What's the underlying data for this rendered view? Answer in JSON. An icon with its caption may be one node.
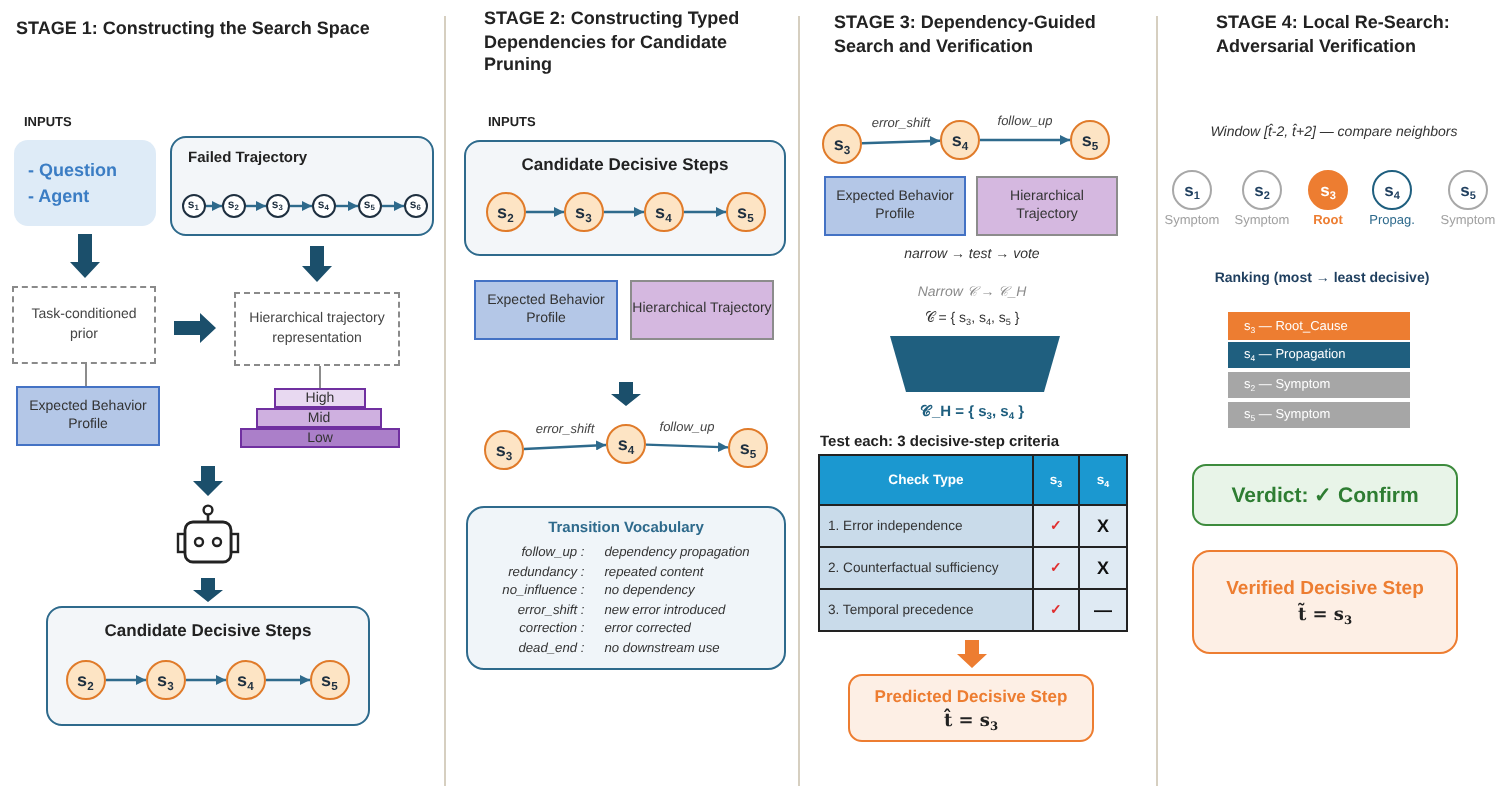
{
  "diagram": {
    "nodes": [
      {
        "text": [
          "- Question",
          "- Agent"
        ]
      },
      {
        "text": [
          "Failed Trajectory"
        ]
      },
      {
        "text": [
          "s$_{1}$"
        ],
        "in": 1
      },
      {
        "text": [
          "s$_{2}$"
        ],
        "in": 1
      },
      {
        "text": [
          "s$_{3}$"
        ],
        "in": 1
      },
      {
        "text": [
          "s$_{4}$"
        ],
        "in": 1
      },
      {
        "text": [
          "s$_{5}$"
        ],
        "in": 1
      },
      {
        "text": [
          "s$_{6}$"
        ],
        "in": 1
      },
      {
        "text": [
          "Task-conditioned prior"
        ]
      },
      {
        "text": [
          "Hierarchical trajectory representation"
        ]
      },
      {
        "text": [
          "Expected Behavior Profile"
        ]
      },
      {
        "text": [
          "High"
        ]
      },
      {
        "text": [
          "Mid"
        ]
      },
      {
        "text": [
          "Low"
        ]
      },
      {
        "text": [],
        "shape": "robot"
      },
      {
        "text": [
          "Candidate Decisive Steps"
        ]
      },
      {
        "text": [
          "s$_{2}$"
        ],
        "in": 15
      },
      {
        "text": [
          "s$_{3}$"
        ],
        "in": 15
      },
      {
        "text": [
          "s$_{4}$"
        ],
        "in": 15
      },
      {
        "text": [
          "s$_{5}$"
        ],
        "in": 15
      },
      {
        "text": [
          "Candidate Decisive Steps"
        ]
      },
      {
        "text": [
          "s$_{2}$"
        ],
        "in": 20
      },
      {
        "text": [
          "s$_{3}$"
        ],
        "in": 20
      },
      {
        "text": [
          "s$_{4}$"
        ],
        "in": 20
      },
      {
        "text": [
          "s$_{5}$"
        ],
        "in": 20
      },
      {
        "text": [
          "Expected Behavior Profile"
        ]
      },
      {
        "text": [
          "Hierarchical Trajectory"
        ]
      },
      {
        "text": [
          "s$_{3}$"
        ]
      },
      {
        "text": [
          "s$_{4}$"
        ]
      },
      {
        "text": [
          "s$_{5}$"
        ]
      },
      {
        "text": [
          "Transition Vocabulary",
          "follow_up :",
          "dependency propagation",
          "redundancy :",
          "repeated content",
          "no_influence :",
          "no dependency",
          "error_shift :",
          "new error introduced",
          "correction :",
          "error corrected",
          "dead_end :",
          "no downstream use"
        ]
      },
      {
        "text": [
          "s$_{3}$"
        ]
      },
      {
        "text": [
          "s$_{4}$"
        ]
      },
      {
        "text": [
          "s$_{5}$"
        ]
      },
      {
        "text": [
          "Expected Behavior Profile"
        ]
      },
      {
        "text": [
          "Hierarchical Trajectory"
        ]
      },
      {
        "text": [
          "Predicted Decisive Step",
          "t̂ = s$_{3}$"
        ]
      },
      {
        "text": [
          "s$_{1}$"
        ],
        "beside": [
          "Symptom"
        ]
      },
      {
        "text": [
          "s$_{2}$"
        ],
        "beside": [
          "Symptom"
        ]
      },
      {
        "text": [
          "s$_{3}$"
        ],
        "beside": [
          "Root"
        ]
      },
      {
        "text": [
          "s$_{4}$"
        ],
        "beside": [
          "Propag."
        ]
      },
      {
        "text": [
          "s$_{5}$"
        ],
        "beside": [
          "Symptom"
        ]
      },
      {
        "text": [
          "s$_{3}$ — Root_Cause"
        ]
      },
      {
        "text": [
          "s$_{4}$ — Propagation"
        ]
      },
      {
        "text": [
          "s$_{2}$ — Symptom"
        ]
      },
      {
        "text": [
          "s$_{5}$ — Symptom"
        ]
      },
      {
        "text": [
          "Verdict: ✓ Confirm"
        ]
      },
      {
        "text": [
          "Verified Decisive Step",
          "t̃ = s$_{3}$"
        ]
      }
    ],
    "edges": [
      {
        "from": 2,
        "to": 3,
        "arrow": "to"
      },
      {
        "from": 3,
        "to": 4,
        "arrow": "to"
      },
      {
        "from": 4,
        "to": 5,
        "arrow": "to"
      },
      {
        "from": 5,
        "to": 6,
        "arrow": "to"
      },
      {
        "from": 6,
        "to": 7,
        "arrow": "to"
      },
      {
        "from": 0,
        "to": 8,
        "arrow": "to",
        "style": "thick"
      },
      {
        "from": 1,
        "to": 9,
        "arrow": "to",
        "style": "thick"
      },
      {
        "from": 8,
        "to": 9,
        "arrow": "to",
        "style": "thick"
      },
      {
        "from": 8,
        "to": 10,
        "arrow": "none",
        "color": "#8c8c8c"
      },
      {
        "from": 9,
        "to": 11,
        "arrow": "none",
        "color": "#8c8c8c"
      },
      {
        "from": null,
        "to": 14,
        "arrow": "to",
        "style": "thick"
      },
      {
        "from": 14,
        "to": 15,
        "arrow": "to",
        "style": "thick"
      },
      {
        "from": 16,
        "to": 17,
        "arrow": "to"
      },
      {
        "from": 17,
        "to": 18,
        "arrow": "to"
      },
      {
        "from": 18,
        "to": 19,
        "arrow": "to"
      },
      {
        "from": 21,
        "to": 22,
        "arrow": "to"
      },
      {
        "from": 22,
        "to": 23,
        "arrow": "to"
      },
      {
        "from": 23,
        "to": 24,
        "arrow": "to"
      },
      {
        "from": null,
        "to": 28,
        "arrow": "to",
        "style": "thick"
      },
      {
        "from": 27,
        "to": 28,
        "arrow": "to",
        "label": "error_shift"
      },
      {
        "from": 28,
        "to": 29,
        "arrow": "to",
        "label": "follow_up"
      },
      {
        "from": 31,
        "to": 32,
        "arrow": "to",
        "label": "error_shift"
      },
      {
        "from": 32,
        "to": 33,
        "arrow": "to",
        "label": "follow_up"
      },
      {
        "from": null,
        "to": 36,
        "arrow": "to",
        "style": "thick",
        "color": "#ed7d31"
      }
    ],
    "labels": [
      "STAGE 1: Constructing the Search Space",
      "INPUTS",
      "STAGE 2: Constructing Typed Dependencies for Candidate Pruning",
      "INPUTS",
      "STAGE 3: Dependency-Guided Search and Verification",
      "narrow → test → vote",
      "Narrow 𝒞 → 𝒞_H",
      "𝒞 = { s$_{3}$, s$_{4}$, s$_{5}$ }",
      "𝒞_H = { s$_{3}$, s$_{4}$ }",
      "Test each: 3 decisive-step criteria",
      "Check Type",
      "s$_{3}$",
      "s$_{4}$",
      "1. Error independence",
      "✓",
      "X",
      "2. Counterfactual sufficiency",
      "✓",
      "X",
      "3. Temporal precedence",
      "✓",
      "—",
      "STAGE 4: Local Re-Search: Adversarial Verification",
      "Window [t̂-2, t̂+2] — compare neighbors",
      "Ranking (most → least decisive)"
    ]
  }
}
